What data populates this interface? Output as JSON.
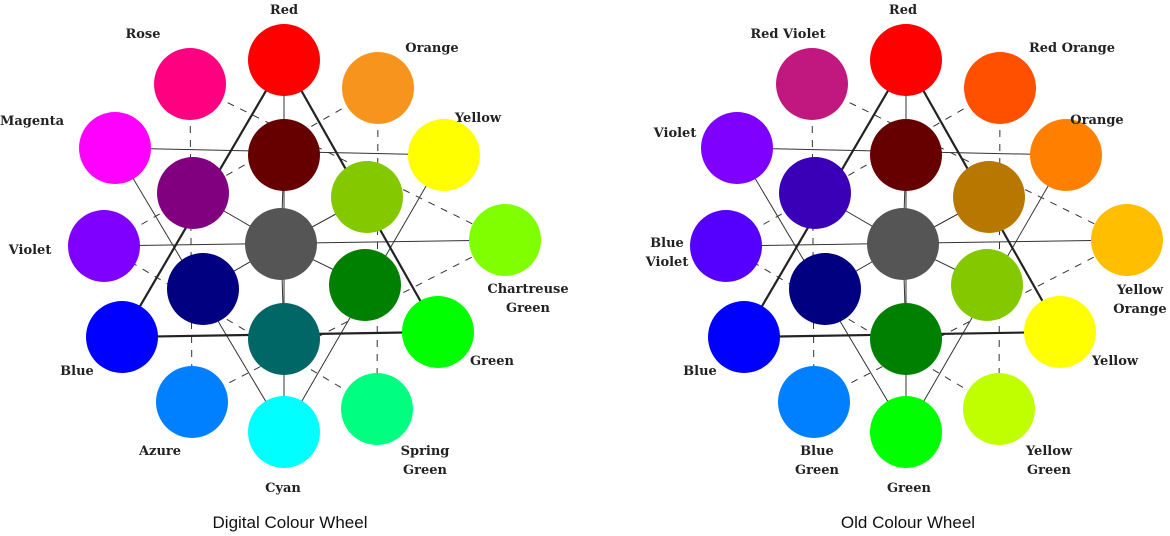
{
  "wheels": [
    {
      "title": "Digital Colour Wheel",
      "outer": [
        {
          "label": [
            "Red"
          ],
          "color": "#ff0000"
        },
        {
          "label": [
            "Orange"
          ],
          "color": "#f7941d"
        },
        {
          "label": [
            "Yellow"
          ],
          "color": "#ffff00"
        },
        {
          "label": [
            "Chartreuse",
            "Green"
          ],
          "color": "#80ff00"
        },
        {
          "label": [
            "Green"
          ],
          "color": "#00ff00"
        },
        {
          "label": [
            "Spring",
            "Green"
          ],
          "color": "#00ff80"
        },
        {
          "label": [
            "Cyan"
          ],
          "color": "#00ffff"
        },
        {
          "label": [
            "Azure"
          ],
          "color": "#0080ff"
        },
        {
          "label": [
            "Blue"
          ],
          "color": "#0000ff"
        },
        {
          "label": [
            "Violet"
          ],
          "color": "#8000ff"
        },
        {
          "label": [
            "Magenta"
          ],
          "color": "#ff00ff"
        },
        {
          "label": [
            "Rose"
          ],
          "color": "#ff0080"
        }
      ],
      "inner": [
        "#660000",
        "#84c800",
        "#008000",
        "#006666",
        "#000080",
        "#800080"
      ],
      "center": "#555555"
    },
    {
      "title": "Old Colour Wheel",
      "outer": [
        {
          "label": [
            "Red"
          ],
          "color": "#ff0000"
        },
        {
          "label": [
            "Red Orange"
          ],
          "color": "#ff5000"
        },
        {
          "label": [
            "Orange"
          ],
          "color": "#ff8000"
        },
        {
          "label": [
            "Yellow",
            "Orange"
          ],
          "color": "#ffbf00"
        },
        {
          "label": [
            "Yellow"
          ],
          "color": "#ffff00"
        },
        {
          "label": [
            "Yellow",
            "Green"
          ],
          "color": "#bfff00"
        },
        {
          "label": [
            "Green"
          ],
          "color": "#00ff00"
        },
        {
          "label": [
            "Blue",
            "Green"
          ],
          "color": "#0080ff"
        },
        {
          "label": [
            "Blue"
          ],
          "color": "#0000ff"
        },
        {
          "label": [
            "Blue",
            "Violet"
          ],
          "color": "#5500ff"
        },
        {
          "label": [
            "Violet"
          ],
          "color": "#8000ff"
        },
        {
          "label": [
            "Red Violet"
          ],
          "color": "#c0187f"
        }
      ],
      "inner": [
        "#660000",
        "#b87800",
        "#84c800",
        "#008000",
        "#000080",
        "#3a00b8"
      ],
      "center": "#555555"
    }
  ]
}
